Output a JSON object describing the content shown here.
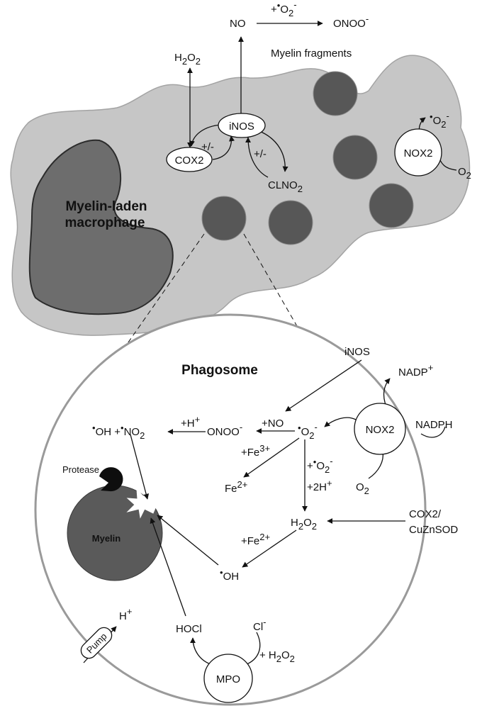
{
  "colors": {
    "cell_fill": "#c6c6c6",
    "cell_stroke": "#a3a3a3",
    "fragment_fill": "#575757",
    "nucleus_fill": "#6d6d6d",
    "myelin_fill": "#5a5a5a",
    "node_fill": "#ffffff",
    "line": "#111111",
    "phagosome_stroke": "#9a9a9a"
  },
  "macrophage": {
    "title_line1": "Myelin-laden",
    "title_line2": "macrophage",
    "fragments_label": "Myelin fragments",
    "nodes": {
      "inos": "iNOS",
      "cox2": "COX2",
      "nox2": "NOX2"
    },
    "labels": {
      "no": "NO",
      "onoo": "ONOO",
      "onoo_sup": "-",
      "rxn_plus": "+",
      "rxn_dot": "•",
      "rxn_o2": "O",
      "rxn_sub": "2",
      "rxn_sup": "-",
      "h2o2_h": "H",
      "h2o2_sub1": "2",
      "h2o2_o": "O",
      "h2o2_sub2": "2",
      "clno2": "CLNO",
      "clno2_sub": "2",
      "pm_left": "+/-",
      "pm_right": "+/-",
      "sup_dot": "•",
      "sup_o": "O",
      "sup_sub": "2",
      "sup_sup": "-",
      "o2_o": "O",
      "o2_sub": "2"
    }
  },
  "phagosome": {
    "title": "Phagosome",
    "nodes": {
      "nox2": "NOX2",
      "mpo": "MPO",
      "myelin": "Myelin",
      "protease": "Protease",
      "pump": "Pump"
    },
    "labels": {
      "inos": "iNOS",
      "nadp": "NADP",
      "nadp_sup": "+",
      "nadph": "NADPH",
      "o2_o": "O",
      "o2_sub": "2",
      "superoxide_dot": "•",
      "superoxide_o": "O",
      "superoxide_sub": "2",
      "superoxide_sup": "-",
      "plus_no": "+NO",
      "onoo": "ONOO",
      "onoo_sup": "-",
      "plus_h": "+H",
      "plus_h_sup": "+",
      "oh_dot": "•",
      "oh": "OH",
      "oh_plus": " +",
      "no2_dot": "•",
      "no2": "NO",
      "no2_sub": "2",
      "fe3_plus": "+Fe",
      "fe3_sup": "3+",
      "fe2": "Fe",
      "fe2_sup": "2+",
      "dis_plus": "+",
      "dis_dot": "•",
      "dis_o": "O",
      "dis_sub": "2",
      "dis_sup": "-",
      "plus_2h": "+2H",
      "plus_2h_sup": "+",
      "h2o2_h": "H",
      "h2o2_sub1": "2",
      "h2o2_o": "O",
      "h2o2_sub2": "2",
      "fe2b_plus": "+Fe",
      "fe2b_sup": "2+",
      "oh2_dot": "•",
      "oh2": "OH",
      "cox2_line1": "COX2/",
      "cox2_line2": "CuZnSOD",
      "hocl": "HOCl",
      "cl": "Cl",
      "cl_sup": "-",
      "mpo_plus": "+ H",
      "mpo_sub1": "2",
      "mpo_o": "O",
      "mpo_sub2": "2",
      "h_pump": "H",
      "h_pump_sup": "+"
    }
  }
}
